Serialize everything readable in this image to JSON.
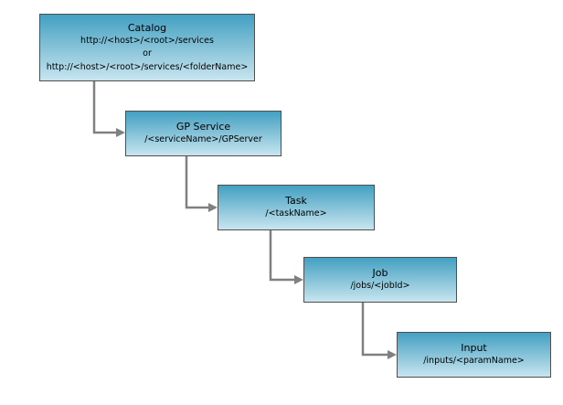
{
  "diagram": {
    "nodes": [
      {
        "id": "catalog",
        "title": "Catalog",
        "lines": [
          "http://<host>/<root>/services",
          "or",
          "http://<host>/<root>/services/<folderName>"
        ]
      },
      {
        "id": "gp-service",
        "title": "GP Service",
        "lines": [
          "/<serviceName>/GPServer"
        ]
      },
      {
        "id": "task",
        "title": "Task",
        "lines": [
          "/<taskName>"
        ]
      },
      {
        "id": "job",
        "title": "Job",
        "lines": [
          "/jobs/<jobId>"
        ]
      },
      {
        "id": "input",
        "title": "Input",
        "lines": [
          "/inputs/<paramName>"
        ]
      }
    ],
    "colors": {
      "background": "#ffffff",
      "box_gradient_top": "#43a0c2",
      "box_gradient_bottom": "#c8e5ef",
      "box_border": "#4f4f4f",
      "connector": "#808080",
      "text": "#000000"
    }
  }
}
